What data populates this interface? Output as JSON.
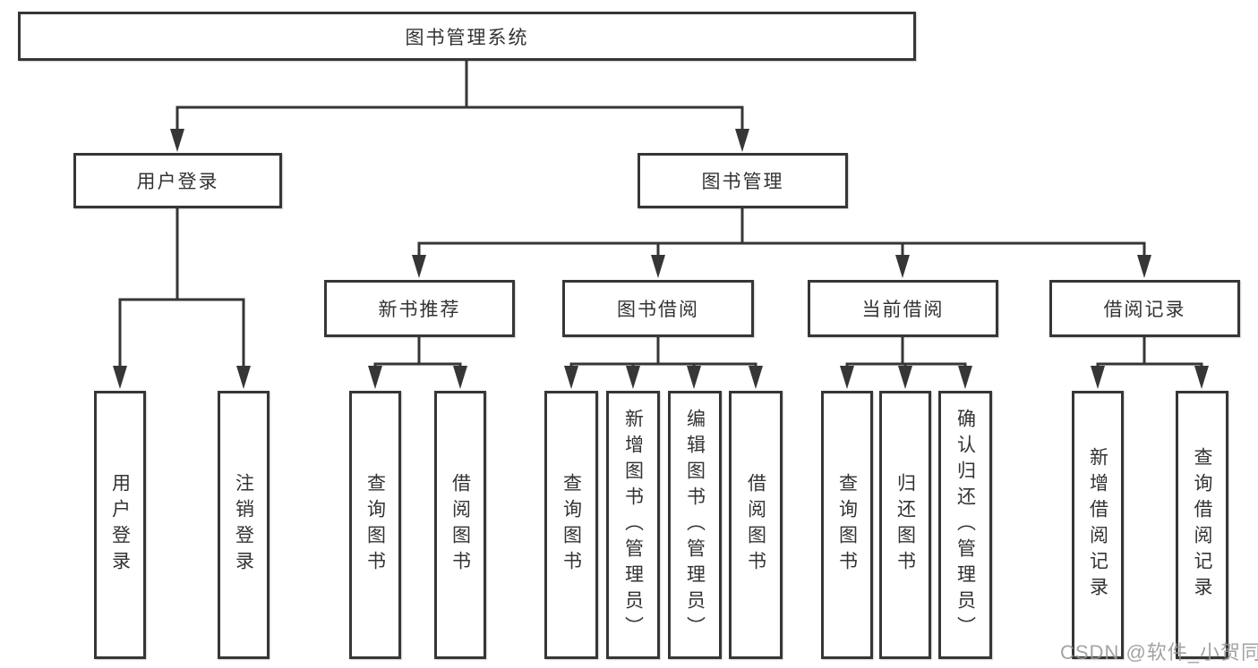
{
  "tree": {
    "root": "图书管理系统",
    "children": [
      {
        "label": "用户登录",
        "children": [
          "用户登录",
          "注销登录"
        ]
      },
      {
        "label": "图书管理",
        "children": [
          {
            "label": "新书推荐",
            "children": [
              "查询图书",
              "借阅图书"
            ]
          },
          {
            "label": "图书借阅",
            "children": [
              "查询图书",
              "新增图书（管理员）",
              "编辑图书（管理员）",
              "借阅图书"
            ]
          },
          {
            "label": "当前借阅",
            "children": [
              "查询图书",
              "归还图书",
              "确认归还（管理员）"
            ]
          },
          {
            "label": "借阅记录",
            "children": [
              "新增借阅记录",
              "查询借阅记录"
            ]
          }
        ]
      }
    ]
  },
  "watermark": "CSDN @软件_小贺同学",
  "colors": {
    "line": "#363636",
    "text": "#333333",
    "box_fill": "#ffffff",
    "watermark": "#969696"
  }
}
